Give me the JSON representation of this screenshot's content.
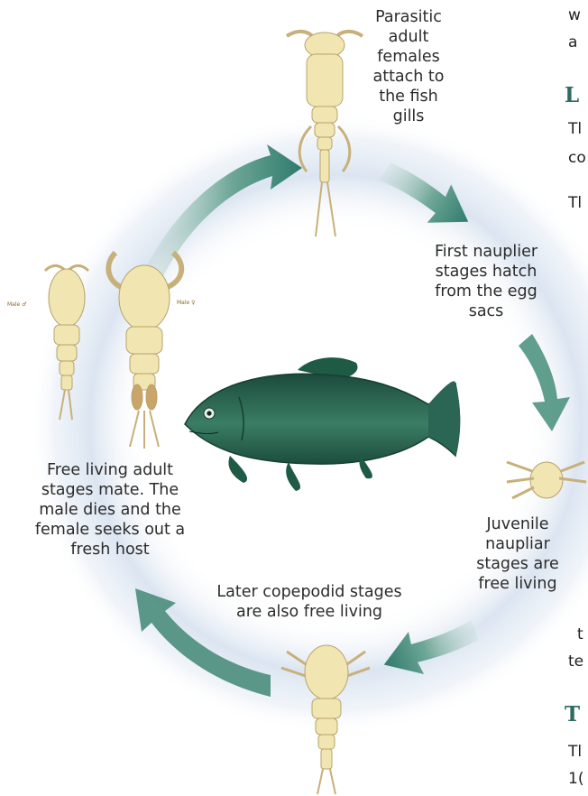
{
  "labels": {
    "parasitic": "Parasitic\nadult\nfemales\nattach to\nthe fish\ngills",
    "nauplier": "First nauplier\nstages hatch\nfrom the egg\nsacs",
    "juvenile": "Juvenile\nnaupliar\nstages are\nfree living",
    "copepodid": "Later copepodid stages\nare also free living",
    "adult": "Free living adult\nstages mate. The\nmale dies and the\nfemale seeks out a\nfresh host"
  },
  "sex_labels": {
    "male": "Male ♂",
    "female": "Male ♀"
  },
  "right_column": {
    "line1": "w",
    "line2": "a",
    "heading1": "L",
    "line3": "Tl",
    "line4": "co",
    "line5": "Tl",
    "line6": "t",
    "line7": "te",
    "heading2": "T",
    "line8": "Tl",
    "line9": "1("
  },
  "colors": {
    "accent": "#2e6b63",
    "arrow": "#2f7a6c",
    "fish": "#1f5a45",
    "organism": "#f1e6b2",
    "glow": "#cfdcec"
  }
}
